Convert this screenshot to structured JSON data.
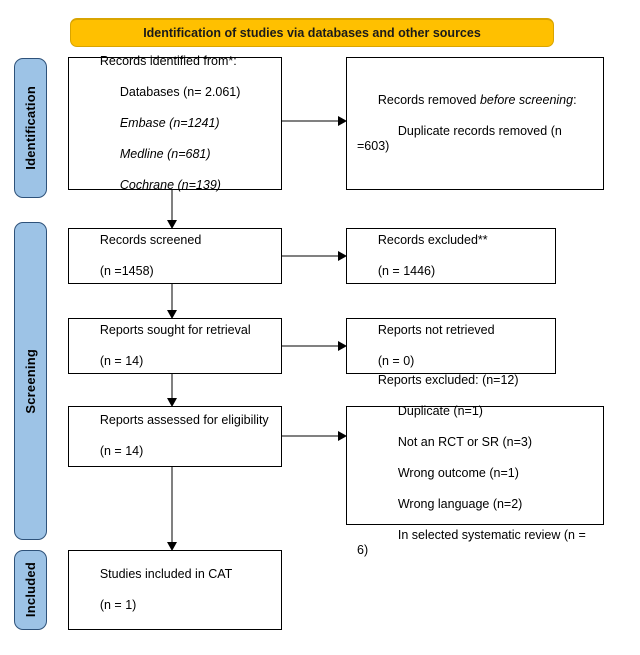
{
  "header": {
    "banner_title": "Identification of studies via databases and other sources",
    "banner_color": "#FFC000"
  },
  "stages": {
    "bar_color": "#9DC3E6",
    "identification": "Identification",
    "screening": "Screening",
    "included": "Included"
  },
  "boxes": {
    "identified": {
      "line1": "Records identified from*:",
      "line2": "Databases (n= 2.061)",
      "line3": "Embase (n=1241)",
      "line4": "Medline (n=681)",
      "line5": "Cochrane (n=139)"
    },
    "removed": {
      "line1_a": "Records removed ",
      "line1_b": "before screening",
      "line1_c": ":",
      "line2": "Duplicate records removed (n =603)"
    },
    "screened": {
      "line1": "Records screened",
      "line2": "(n =1458)"
    },
    "records_excluded": {
      "line1": "Records excluded**",
      "line2": "(n = 1446)"
    },
    "sought": {
      "line1": "Reports sought for retrieval",
      "line2": "(n = 14)"
    },
    "not_retrieved": {
      "line1": "Reports not retrieved",
      "line2": "(n = 0)"
    },
    "assessed": {
      "line1": "Reports assessed for eligibility",
      "line2": "(n = 14)"
    },
    "reports_excluded": {
      "line1": "Reports excluded: (n=12)",
      "line2": "Duplicate (n=1)",
      "line3": "Not an RCT or SR (n=3)",
      "line4": "Wrong outcome (n=1)",
      "line5": "Wrong language (n=2)",
      "line6": "In selected systematic review (n = 6)"
    },
    "included": {
      "line1": "Studies included in CAT",
      "line2": "(n = 1)"
    }
  }
}
